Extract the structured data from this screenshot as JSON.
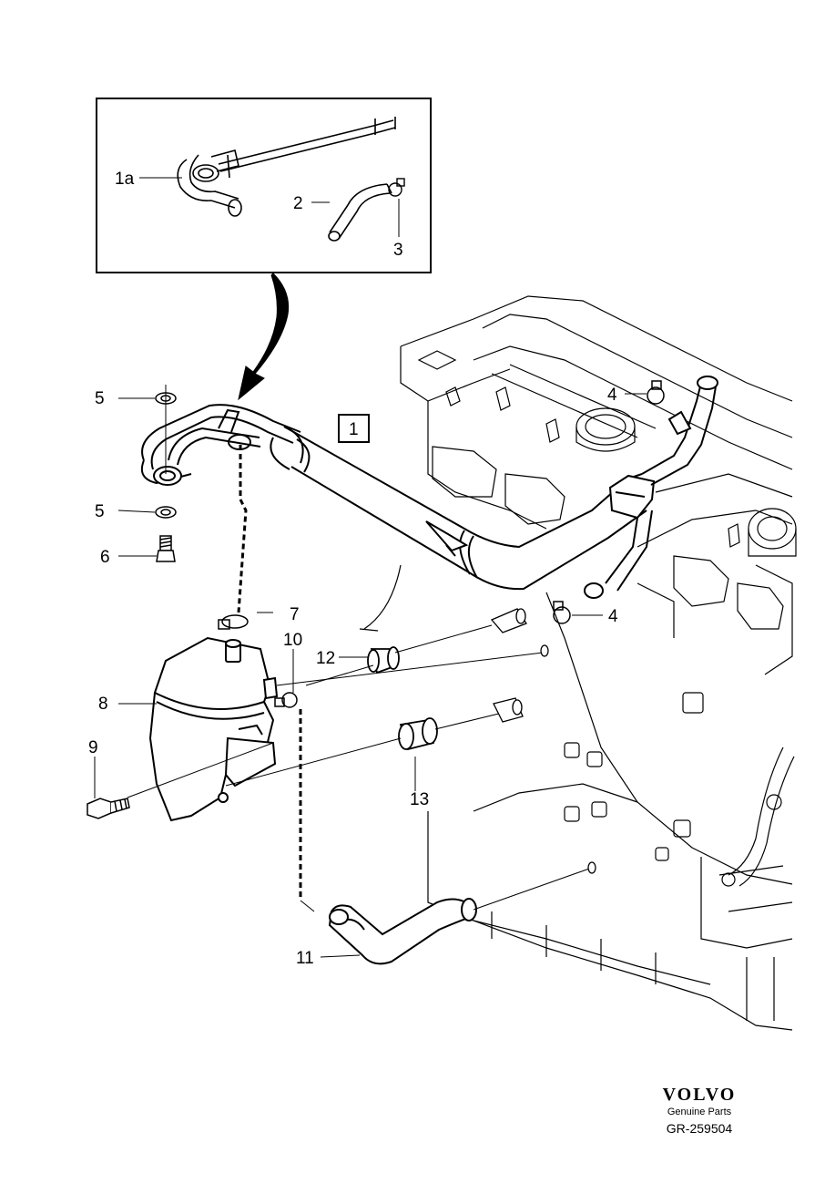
{
  "diagram": {
    "callouts": {
      "c1a": "1a",
      "c2": "2",
      "c3": "3",
      "c4a": "4",
      "c4b": "4",
      "c5a": "5",
      "c5b": "5",
      "c6": "6",
      "c7": "7",
      "c8": "8",
      "c9": "9",
      "c10": "10",
      "c11": "11",
      "c12": "12",
      "c13": "13",
      "box1": "1"
    }
  },
  "footer": {
    "logo": "VOLVO",
    "tagline": "Genuine Parts",
    "code": "GR-259504"
  }
}
